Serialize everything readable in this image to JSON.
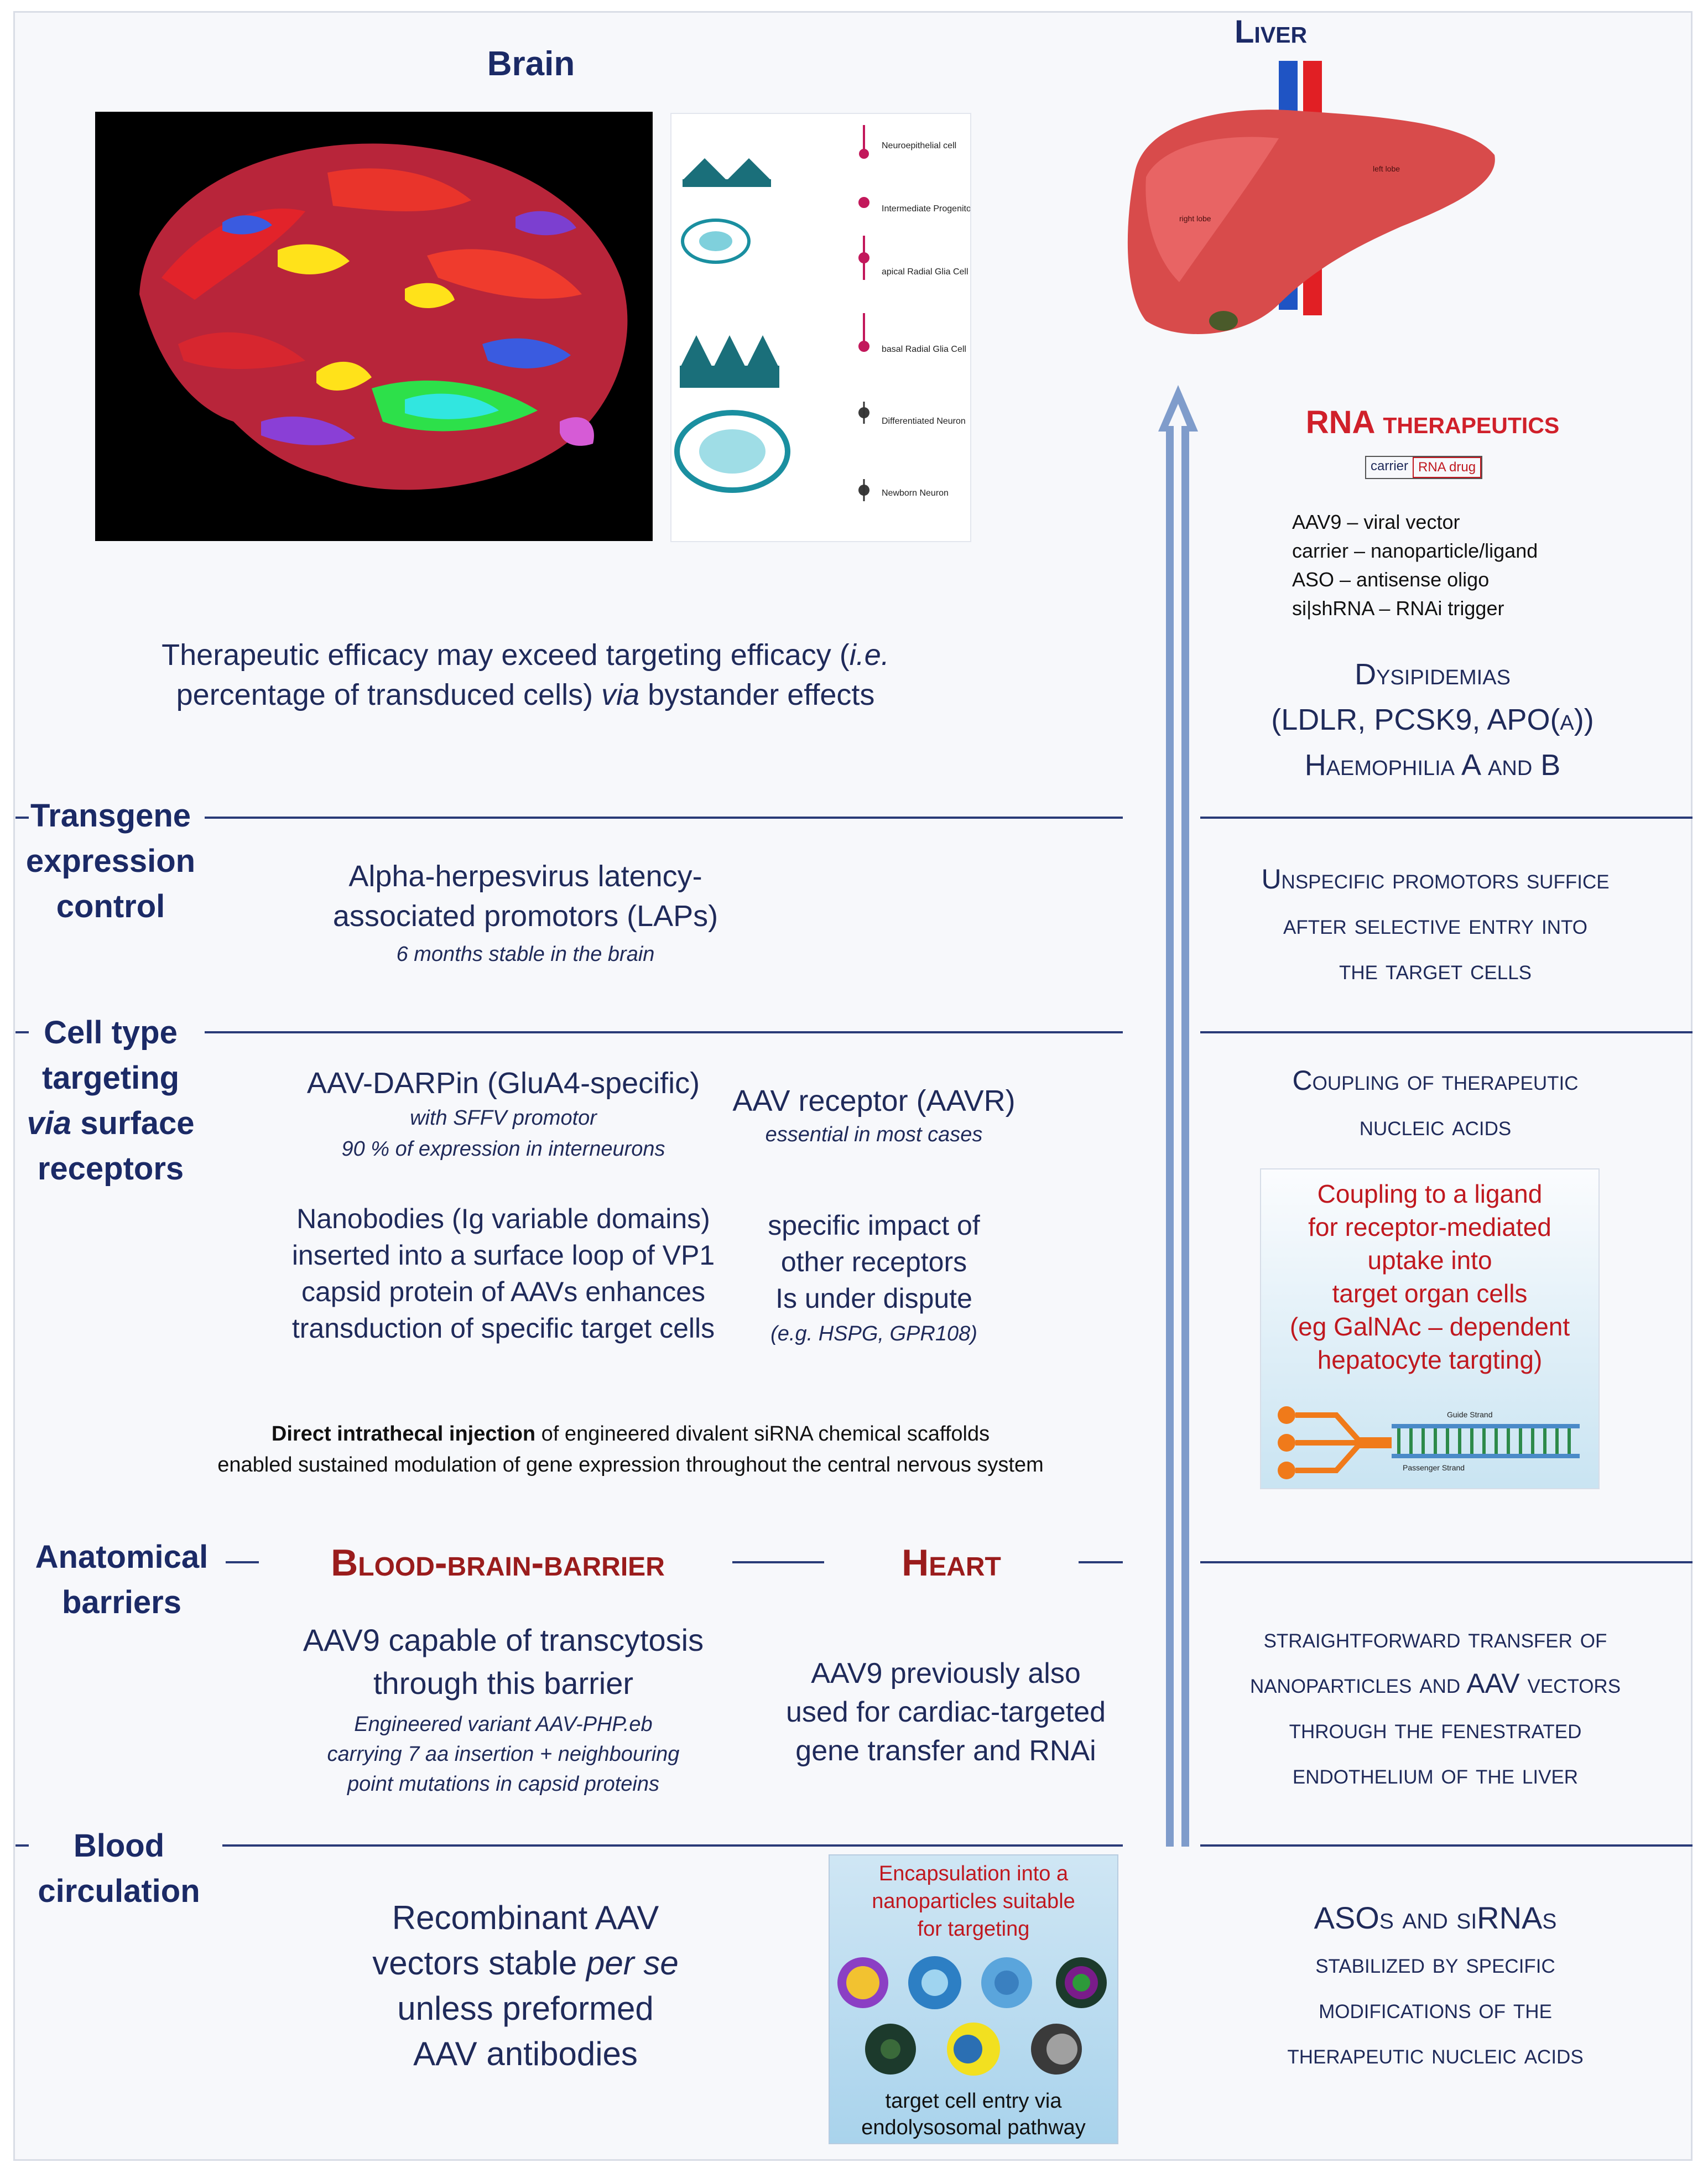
{
  "brain": {
    "title": "Brain",
    "efficacy_part1": "Therapeutic efficacy may exceed targeting efficacy (",
    "efficacy_ie": "i.e.",
    "efficacy_part2": "percentage of transduced cells) ",
    "efficacy_via": "via",
    "efficacy_part3": " bystander effects",
    "cells_legend": [
      "Neuroepithelial cell",
      "Intermediate Progenitor Cell",
      "apical Radial Glia Cell",
      "basal Radial Glia Cell",
      "Differentiated Neuron",
      "Newborn Neuron"
    ]
  },
  "liver": {
    "title": "Liver",
    "right_lobe": "right lobe",
    "left_lobe": "left lobe"
  },
  "rna": {
    "title_rna": "RNA",
    "title_rest": "therapeutics",
    "carrier_tag": "carrier",
    "drug_tag": "RNA drug",
    "defs": [
      "AAV9 – viral vector",
      "carrier – nanoparticle/ligand",
      "ASO – antisense oligo",
      "si|shRNA – RNAi trigger"
    ],
    "indications": [
      "Dysipidemias",
      "(LDLR, PCSK9, APO(a))",
      "Haemophilia A and B"
    ]
  },
  "rows": {
    "transgene": {
      "label": [
        "Transgene",
        "expression",
        "control"
      ],
      "text": [
        "Alpha-herpesvirus latency-",
        "associated promotors (LAPs)"
      ],
      "note": "6 months stable in the brain",
      "liver_text": [
        "Unspecific promotors suffice",
        "after selective entry into",
        "the target cells"
      ]
    },
    "celltype": {
      "label_1": "Cell type",
      "label_2": "targeting",
      "label_via": "via",
      "label_3_rest": " surface",
      "label_4": "receptors",
      "darpin": "AAV-DARPin (GluA4-specific)",
      "darpin_note1": "with SFFV promotor",
      "darpin_note2": "90 % of expression in interneurons",
      "aavr": "AAV receptor (AAVR)",
      "aavr_note": "essential in most cases",
      "nanobodies": [
        "Nanobodies (Ig variable domains)",
        "inserted into a surface loop of VP1",
        "capsid protein of AAVs enhances",
        "transduction of specific target cells"
      ],
      "specific": [
        "specific impact of",
        "other receptors",
        "Is under dispute"
      ],
      "specific_note": "(e.g. HSPG, GPR108)",
      "intrathecal_bold": "Direct intrathecal injection",
      "intrathecal_rest": " of engineered divalent siRNA chemical scaffolds",
      "intrathecal_line2": "enabled sustained modulation of gene expression throughout the central nervous system",
      "liver_text": [
        "Coupling of therapeutic",
        "nucleic acids"
      ],
      "coupling_box": [
        "Coupling to a ligand",
        "for receptor-mediated",
        "uptake into",
        "target organ cells",
        "(eg GalNAc – dependent",
        "hepatocyte  targting)"
      ],
      "guide_strand": "Guide Strand",
      "passenger_strand": "Passenger Strand"
    },
    "anatomical": {
      "label": [
        "Anatomical",
        "barriers"
      ],
      "bbb_title": "Blood-brain-barrier",
      "heart_title": "Heart",
      "bbb_text": [
        "AAV9 capable of transcytosis",
        "through this barrier"
      ],
      "bbb_note": [
        "Engineered variant AAV-PHP.eb",
        "carrying 7 aa insertion + neighbouring",
        "point mutations in capsid proteins"
      ],
      "heart_text": [
        "AAV9 previously also",
        "used for cardiac-targeted",
        "gene transfer and RNAi"
      ],
      "liver_text": [
        "straightforward transfer of",
        "nanoparticles and AAV vectors",
        "through the fenestrated",
        "endothelium of the liver"
      ]
    },
    "blood": {
      "label": [
        "Blood",
        "circulation"
      ],
      "aav_line1": "Recombinant AAV",
      "aav_line2_pre": "vectors stable ",
      "aav_line2_ital": "per se",
      "aav_line3": "unless preformed",
      "aav_line4": "AAV antibodies",
      "encap_title": [
        "Encapsulation into a",
        "nanoparticles suitable",
        "for targeting"
      ],
      "encap_bottom": [
        "target cell entry via",
        "endolysosomal pathway"
      ],
      "liver_text": [
        "ASOs and siRNAs",
        "stabilized by specific",
        "modifications of the",
        "therapeutic nucleic acids"
      ]
    }
  },
  "colors": {
    "navy": "#1b2a66",
    "red": "#9a1c1c",
    "arrow": "#7f9ccb",
    "rule": "#2a3b78"
  }
}
